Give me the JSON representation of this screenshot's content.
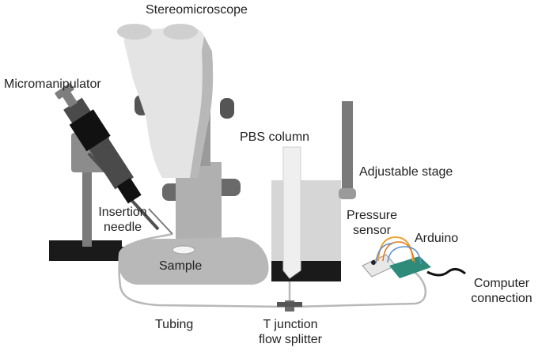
{
  "labels": {
    "stereomicroscope": "Stereomicroscope",
    "micromanipulator": "Micromanipulator",
    "pbs_column": "PBS column",
    "adjustable_stage": "Adjustable stage",
    "insertion_needle_1": "Insertion",
    "insertion_needle_2": "needle",
    "pressure_sensor_1": "Pressure",
    "pressure_sensor_2": "sensor",
    "arduino": "Arduino",
    "sample": "Sample",
    "computer_connection_1": "Computer",
    "computer_connection_2": "connection",
    "tubing": "Tubing",
    "t_junction_1": "T junction",
    "t_junction_2": "flow splitter"
  },
  "colors": {
    "light_gray": "#e6e6e6",
    "mid_gray": "#b3b3b3",
    "dark_gray": "#6e6e6e",
    "charcoal": "#3c3c3c",
    "black": "#111111",
    "teal": "#2e8b7a",
    "orange": "#f0a030",
    "blue": "#5a8fd0"
  }
}
